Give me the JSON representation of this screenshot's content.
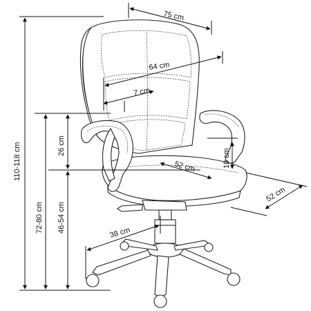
{
  "diagram": {
    "labels": {
      "top_width": "75 cm",
      "back_width": "64 cm",
      "headrest_gap": "7 cm",
      "seat_depth": "52 cm",
      "seat_width": "52 cm",
      "seat_thickness": "10 cm",
      "total_height": "110-118 cm",
      "armrest_height": "72-80 cm",
      "armrest_to_seat": "26 cm",
      "seat_height": "46-54 cm",
      "base_radius": "38 cm"
    }
  }
}
